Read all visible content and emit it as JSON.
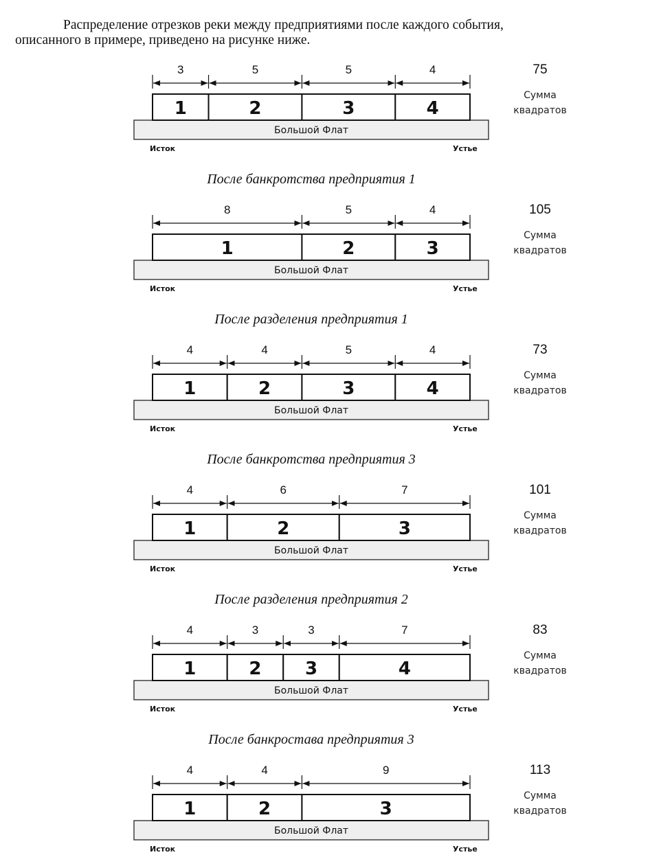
{
  "intro": {
    "line1": "Распределение отрезков реки между предприятиями после каждого события,",
    "line2": "описанного в примере, приведено на рисунке ниже."
  },
  "labels": {
    "river": "Большой Флат",
    "source": "Исток",
    "mouth": "Устье",
    "sum_line1": "Сумма",
    "sum_line2": "квадратов"
  },
  "chart_data": {
    "type": "diagram",
    "states": [
      {
        "caption": "",
        "lengths": [
          3,
          5,
          5,
          4
        ],
        "sum": "75"
      },
      {
        "caption": "После банкротства предприятия 1",
        "lengths": [
          8,
          5,
          4
        ],
        "sum": "105"
      },
      {
        "caption": "После разделения предприятия 1",
        "lengths": [
          4,
          4,
          5,
          4
        ],
        "sum": "73"
      },
      {
        "caption": "После банкротства предприятия 3",
        "lengths": [
          4,
          6,
          7
        ],
        "sum": "101"
      },
      {
        "caption": "После разделения предприятия 2",
        "lengths": [
          4,
          3,
          3,
          7
        ],
        "sum": "83"
      },
      {
        "caption": "После банкростава предприятия 3",
        "lengths": [
          4,
          4,
          9
        ],
        "sum": "113"
      }
    ]
  }
}
